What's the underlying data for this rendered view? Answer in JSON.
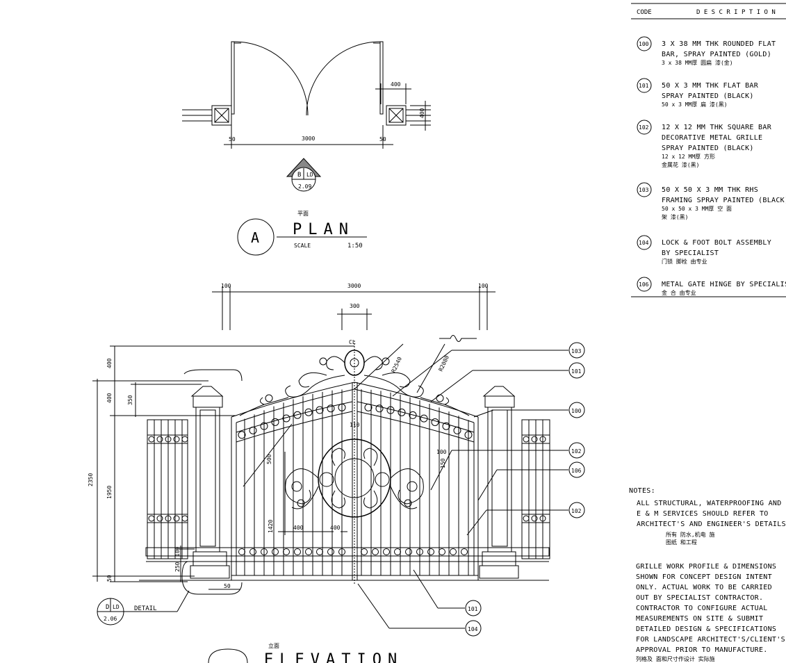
{
  "legend": {
    "header_code": "CODE",
    "header_description": "D E S C R I P T I O N",
    "items": [
      {
        "code": "100",
        "lines": [
          "3 X 38 MM THK ROUNDED FLAT",
          "BAR, SPRAY PAINTED (GOLD)"
        ],
        "cn": [
          "3 x 38 MM厚  圆扁   漆(金)"
        ]
      },
      {
        "code": "101",
        "lines": [
          "50 X 3 MM THK FLAT BAR",
          "SPRAY PAINTED (BLACK)"
        ],
        "cn": [
          "50 x 3 MM厚 扁    漆(黑)"
        ]
      },
      {
        "code": "102",
        "lines": [
          "12 X 12 MM THK SQUARE BAR",
          "DECORATIVE METAL GRILLE",
          "SPRAY PAINTED (BLACK)"
        ],
        "cn": [
          "12 x 12 MM厚 方形",
          "  金属花   漆(黑)"
        ]
      },
      {
        "code": "103",
        "lines": [
          "50 X 50 X 3 MM THK RHS",
          "FRAMING SPRAY PAINTED (BLACK)"
        ],
        "cn": [
          "50 x 50 x 3 MM厚 空 面",
          "  架   漆(黑)"
        ]
      },
      {
        "code": "104",
        "lines": [
          "LOCK & FOOT BOLT ASSEMBLY",
          "BY SPECIALIST"
        ],
        "cn": [
          "门锁 脚栓   由专业"
        ]
      },
      {
        "code": "106",
        "lines": [
          "METAL GATE HINGE BY SPECIALIST"
        ],
        "cn": [
          "金  合   由专业"
        ]
      }
    ]
  },
  "notes": {
    "title": "NOTES:",
    "para1": [
      "ALL STRUCTURAL, WATERPROOFING AND",
      "E & M SERVICES SHOULD REFER TO",
      "ARCHITECT'S AND ENGINEER'S DETAILS."
    ],
    "para1_cn": [
      "所有   防水,机电   施",
      "图纸  和工程"
    ],
    "para2": [
      "GRILLE WORK PROFILE & DIMENSIONS",
      "SHOWN FOR CONCEPT DESIGN INTENT",
      "ONLY.  ACTUAL WORK TO BE CARRIED",
      "OUT BY SPECIALIST CONTRACTOR.",
      "CONTRACTOR TO CONFIGURE ACTUAL",
      "MEASUREMENTS ON SITE & SUBMIT",
      "DETAILED DESIGN & SPECIFICATIONS",
      "FOR LANDSCAPE ARCHITECT'S/CLIENT'S",
      "APPROVAL PRIOR TO MANUFACTURE."
    ],
    "para2_cn": "列格及  面和尺寸作设计  实际施"
  },
  "plan": {
    "cn_title": "平面",
    "title": "PLAN",
    "bubble": "A",
    "scale_label": "SCALE",
    "scale_value": "1:50",
    "dim_width": "3000",
    "dim_post": "400",
    "dim_post_v": "400",
    "dim_left": "50",
    "dim_right": "50",
    "section_mark_top_left": "B",
    "section_mark_top_right": "LD",
    "section_mark_bottom": "2.09"
  },
  "elevation": {
    "cn_title": "立面",
    "title": "ELEVATION",
    "dim_top_left": "100",
    "dim_top_mid": "3000",
    "dim_top_right": "100",
    "dim_center": "300",
    "dim_radius1": "R2540",
    "dim_radius2": "R2080",
    "dim_h_total": "2350",
    "dim_h_400a": "400",
    "dim_h_400b": "400",
    "dim_h_350": "350",
    "dim_h_1950": "1950",
    "dim_h_100": "100",
    "dim_h_250": "250",
    "dim_h_50": "50",
    "dim_bottom_50": "50",
    "dim_110": "110",
    "dim_500": "500",
    "dim_1420": "1420",
    "dim_400a": "400",
    "dim_400b": "400",
    "dim_100r": "100",
    "dim_150": "150",
    "cl": "CL",
    "detail_label": "DETAIL",
    "detail_top_left": "D",
    "detail_top_right": "LD",
    "detail_bottom": "2.06",
    "callouts": [
      "103",
      "101",
      "100",
      "102",
      "106",
      "102",
      "101",
      "104"
    ]
  }
}
